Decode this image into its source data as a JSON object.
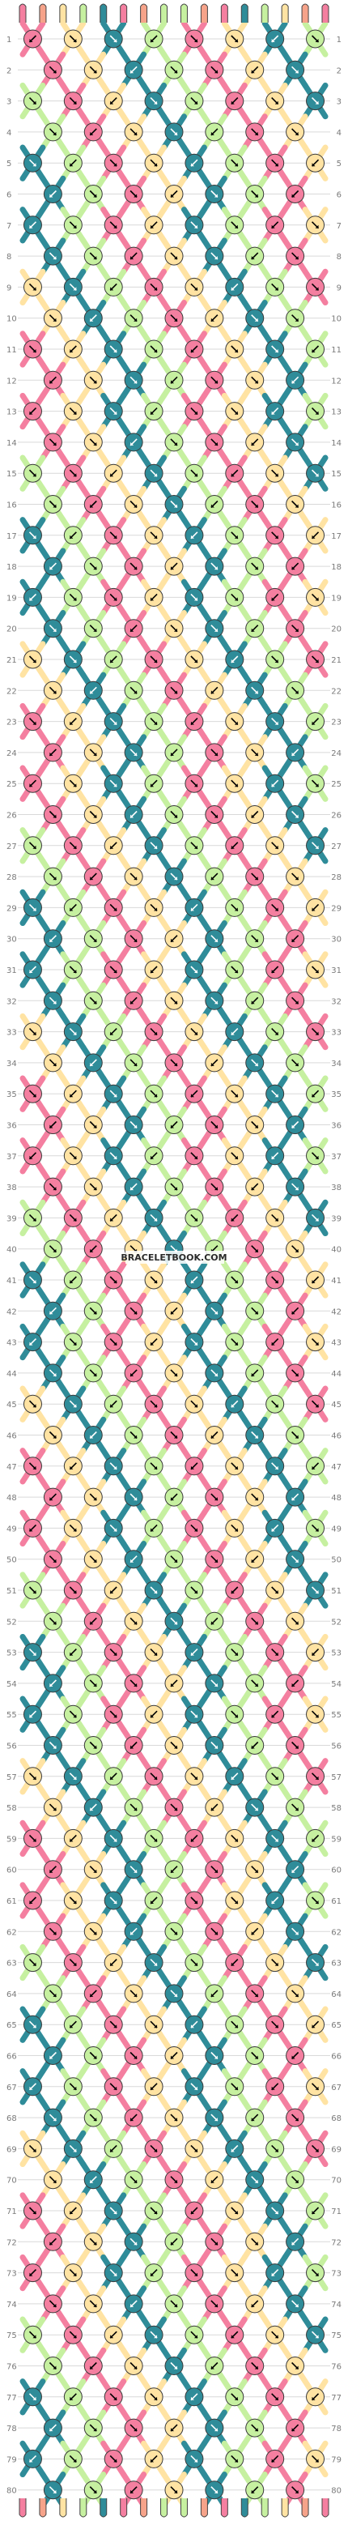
{
  "pattern": {
    "title": "",
    "row_count": 80,
    "row_numbers_left": [
      "1",
      "2",
      "3",
      "4",
      "5",
      "6",
      "7",
      "8",
      "9",
      "10",
      "11",
      "12",
      "13",
      "14",
      "15",
      "16",
      "17",
      "18",
      "19",
      "20",
      "21",
      "22",
      "23",
      "24",
      "25",
      "26",
      "27",
      "28",
      "29",
      "30",
      "31",
      "32",
      "33",
      "34",
      "35",
      "36",
      "37",
      "38",
      "39",
      "40",
      "41",
      "42",
      "43",
      "44",
      "45",
      "46",
      "47",
      "48",
      "49",
      "50",
      "51",
      "52",
      "53",
      "54",
      "55",
      "56",
      "57",
      "58",
      "59",
      "60",
      "61",
      "62",
      "63",
      "64",
      "65",
      "66",
      "67",
      "68",
      "69",
      "70",
      "71",
      "72",
      "73",
      "74",
      "75",
      "76",
      "77",
      "78",
      "79",
      "80"
    ],
    "row_numbers_right": [
      "1",
      "2",
      "3",
      "4",
      "5",
      "6",
      "7",
      "8",
      "9",
      "10",
      "11",
      "12",
      "13",
      "14",
      "15",
      "16",
      "17",
      "18",
      "19",
      "20",
      "21",
      "22",
      "23",
      "24",
      "25",
      "26",
      "27",
      "28",
      "29",
      "30",
      "31",
      "32",
      "33",
      "34",
      "35",
      "36",
      "37",
      "38",
      "39",
      "40",
      "41",
      "42",
      "43",
      "44",
      "45",
      "46",
      "47",
      "48",
      "49",
      "50",
      "51",
      "52",
      "53",
      "54",
      "55",
      "56",
      "57",
      "58",
      "59",
      "60",
      "61",
      "62",
      "63",
      "64",
      "65",
      "66",
      "67",
      "68",
      "69",
      "70",
      "71",
      "72",
      "73",
      "74",
      "75",
      "76",
      "77",
      "78",
      "79",
      "80"
    ],
    "watermark": "BRACELETBOOK.COM",
    "strings": 16,
    "string_colors": [
      "#f47fa0",
      "#f6a38a",
      "#ffe3a3",
      "#c6f0a0",
      "#2f8c99",
      "#f47fa0",
      "#f6a38a",
      "#c6f0a0",
      "#c6f0a0",
      "#f6a38a",
      "#f47fa0",
      "#2f8c99",
      "#c6f0a0",
      "#ffe3a3",
      "#f6a38a",
      "#f47fa0"
    ],
    "palette": {
      "pink": "#f47fa0",
      "salmon": "#f6a38a",
      "cream": "#ffe3a3",
      "lime": "#c6f0a0",
      "teal": "#2f8c99",
      "arrow_dark": "#000000",
      "arrow_light": "#ffffff",
      "guide_line": "#d9d9d9"
    },
    "icon_names": {
      "knot": "knot-icon",
      "arrow": "arrow-icon",
      "strand": "strand-end-icon"
    }
  }
}
